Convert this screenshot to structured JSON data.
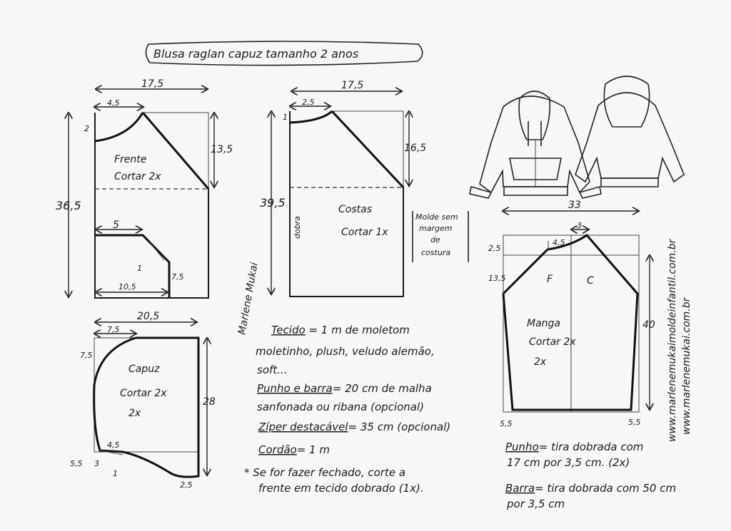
{
  "title": "Blusa raglan capuz tamanho 2 anos",
  "frente": {
    "name": "Frente",
    "cut": "Cortar 2x",
    "width": "17,5",
    "neck_w": "4,5",
    "neck_h": "2",
    "raglan_h": "13,5",
    "height": "36,5",
    "pocket_w": "5",
    "pocket_base": "10,5",
    "pocket_h": "7,5",
    "pocket_mark": "1"
  },
  "costas": {
    "name": "Costas",
    "cut": "Cortar 1x",
    "width": "17,5",
    "neck_w": "2,5",
    "neck_h": "1",
    "raglan_h": "16,5",
    "height": "39,5",
    "fold": "dobra"
  },
  "capuz": {
    "name": "Capuz",
    "cut": "Cortar 2x",
    "width": "20,5",
    "top_w": "7,5",
    "top_h": "7,5",
    "height": "28",
    "bottom_a": "4,5",
    "bottom_b": "2,5",
    "bottom_h": "5,5",
    "mark_3": "3",
    "mark_1": "1"
  },
  "manga": {
    "name": "Manga",
    "cut": "Cortar 2x",
    "width": "33",
    "top": "3",
    "top_side": "4,5",
    "cap_h1": "2,5",
    "cap_h2": "13,5",
    "height": "40",
    "front_mark": "F",
    "back_mark": "C",
    "hem_left": "5,5",
    "hem_right": "5,5"
  },
  "molde_note": [
    "Molde sem",
    "margem",
    "de",
    "costura"
  ],
  "signature": "Marlene Mukai",
  "websites": [
    "www.marlenemukaimoldeinfantil.com.br",
    "www.marlenemukai.com.br"
  ],
  "materials": [
    {
      "label": "Tecido",
      "text": "= 1 m de moletom"
    },
    {
      "label": "",
      "text": "moletinho, plush, veludo alemão,"
    },
    {
      "label": "",
      "text": "soft..."
    },
    {
      "label": "Punho e barra",
      "text": "= 20 cm de malha"
    },
    {
      "label": "",
      "text": "sanfonada ou ribana (opcional)"
    },
    {
      "label": "Zíper destacável",
      "text": "= 35 cm (opcional)"
    },
    {
      "label": "Cordão",
      "text": "= 1 m"
    }
  ],
  "closed_note": [
    "* Se for fazer fechado, corte a",
    "frente em tecido dobrado (1x)."
  ],
  "punho": {
    "label": "Punho",
    "text": "= tira dobrada com",
    "text2": "17 cm por 3,5 cm. (2x)"
  },
  "barra": {
    "label": "Barra",
    "text": "= tira dobrada com 50 cm",
    "text2": "por 3,5 cm"
  }
}
